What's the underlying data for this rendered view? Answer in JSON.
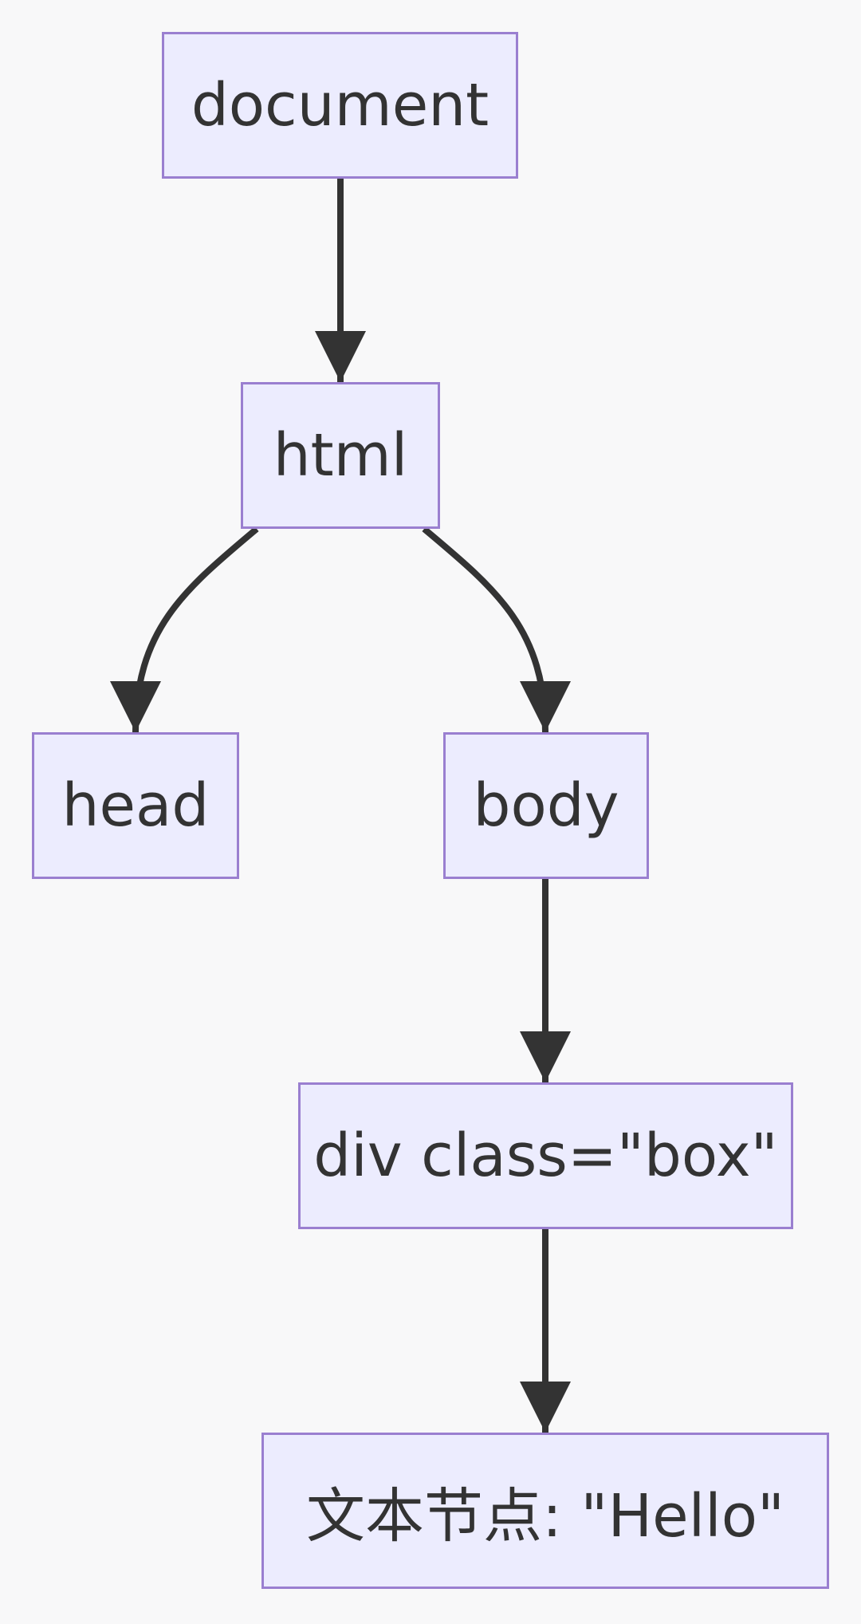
{
  "diagram": {
    "type": "flowchart-top-down",
    "colors": {
      "background": "#f8f8f9",
      "node_fill": "#ececfe",
      "node_border": "#9a7fd0",
      "edge": "#333333",
      "text": "#333333"
    },
    "nodes": [
      {
        "id": "document",
        "label": "document"
      },
      {
        "id": "html",
        "label": "html"
      },
      {
        "id": "head",
        "label": "head"
      },
      {
        "id": "body",
        "label": "body"
      },
      {
        "id": "div",
        "label": "div class=\"box\""
      },
      {
        "id": "text",
        "label": "文本节点: \"Hello\""
      }
    ],
    "edges": [
      {
        "from": "document",
        "to": "html"
      },
      {
        "from": "html",
        "to": "head"
      },
      {
        "from": "html",
        "to": "body"
      },
      {
        "from": "body",
        "to": "div"
      },
      {
        "from": "div",
        "to": "text"
      }
    ]
  }
}
